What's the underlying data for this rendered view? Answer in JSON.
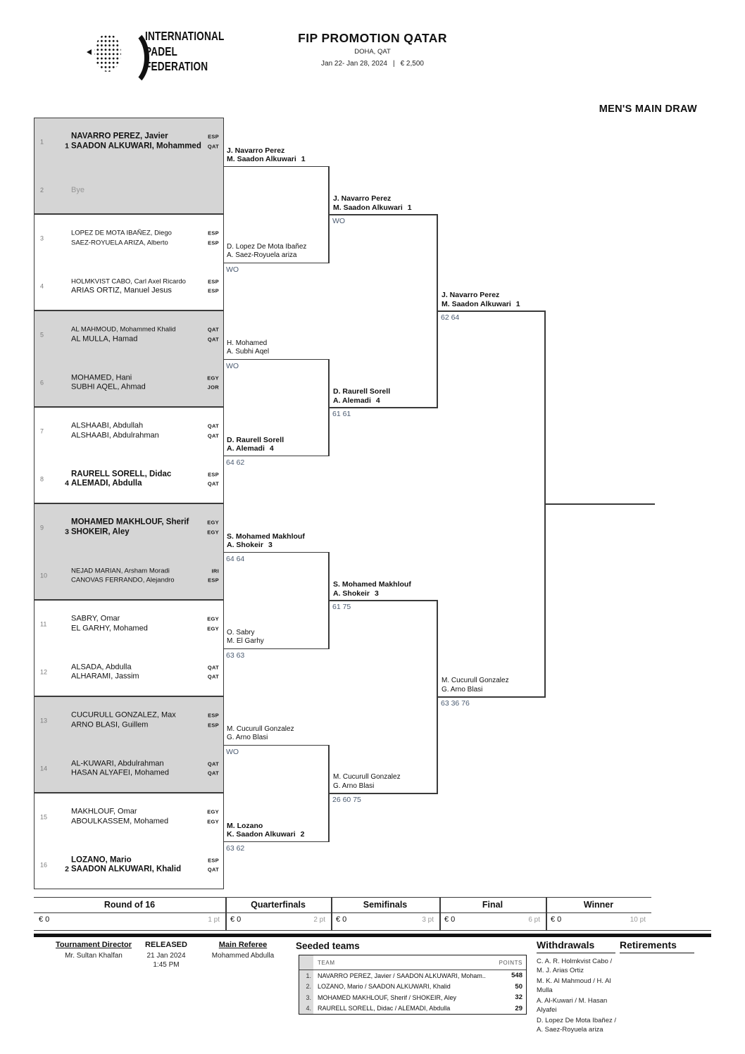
{
  "colors": {
    "score_text": "#4a5a70",
    "panel_gray": "#d5d5d5",
    "line": "#3a3a3a"
  },
  "header": {
    "logo_lines": [
      "INTERNATIONAL",
      "PADEL",
      "FEDERATION"
    ],
    "title": "FIP PROMOTION QATAR",
    "location": "DOHA, QAT",
    "dates": "Jan 22- Jan 28, 2024",
    "separator": "|",
    "prize": "€ 2,500",
    "draw_title": "MEN'S MAIN DRAW"
  },
  "bracket": {
    "r16": [
      {
        "num": "1",
        "seed": "1",
        "bold": true,
        "players": [
          {
            "name": "NAVARRO PEREZ, Javier",
            "cc": "ESP"
          },
          {
            "name": "SAADON ALKUWARI, Mohammed",
            "cc": "QAT"
          }
        ]
      },
      {
        "num": "2",
        "bye": "Bye"
      },
      {
        "num": "3",
        "players": [
          {
            "name": "LOPEZ DE MOTA IBAÑEZ, Diego",
            "cc": "ESP"
          },
          {
            "name": "SAEZ-ROYUELA ARIZA, Alberto",
            "cc": "ESP"
          }
        ]
      },
      {
        "num": "4",
        "players": [
          {
            "name": "HOLMKVIST CABO, Carl Axel Ricardo",
            "cc": "ESP"
          },
          {
            "name": "ARIAS ORTIZ, Manuel Jesus",
            "cc": "ESP"
          }
        ]
      },
      {
        "num": "5",
        "players": [
          {
            "name": "AL MAHMOUD, Mohammed Khalid",
            "cc": "QAT"
          },
          {
            "name": "AL MULLA, Hamad",
            "cc": "QAT"
          }
        ]
      },
      {
        "num": "6",
        "players": [
          {
            "name": "MOHAMED, Hani",
            "cc": "EGY"
          },
          {
            "name": "SUBHI AQEL, Ahmad",
            "cc": "JOR"
          }
        ]
      },
      {
        "num": "7",
        "players": [
          {
            "name": "ALSHAABI, Abdullah",
            "cc": "QAT"
          },
          {
            "name": "ALSHAABI, Abdulrahman",
            "cc": "QAT"
          }
        ]
      },
      {
        "num": "8",
        "seed": "4",
        "bold": true,
        "players": [
          {
            "name": "RAURELL SORELL, Didac",
            "cc": "ESP"
          },
          {
            "name": "ALEMADI, Abdulla",
            "cc": "QAT"
          }
        ]
      },
      {
        "num": "9",
        "seed": "3",
        "bold": true,
        "players": [
          {
            "name": "MOHAMED MAKHLOUF, Sherif",
            "cc": "EGY"
          },
          {
            "name": "SHOKEIR, Aley",
            "cc": "EGY"
          }
        ]
      },
      {
        "num": "10",
        "players": [
          {
            "name": "NEJAD MARIAN, Arsham Moradi",
            "cc": "IRI"
          },
          {
            "name": "CANOVAS FERRANDO, Alejandro",
            "cc": "ESP"
          }
        ]
      },
      {
        "num": "11",
        "players": [
          {
            "name": "SABRY, Omar",
            "cc": "EGY"
          },
          {
            "name": "EL GARHY, Mohamed",
            "cc": "EGY"
          }
        ]
      },
      {
        "num": "12",
        "players": [
          {
            "name": "ALSADA, Abdulla",
            "cc": "QAT"
          },
          {
            "name": "ALHARAMI, Jassim",
            "cc": "QAT"
          }
        ]
      },
      {
        "num": "13",
        "players": [
          {
            "name": "CUCURULL GONZALEZ, Max",
            "cc": "ESP"
          },
          {
            "name": "ARNO BLASI, Guillem",
            "cc": "ESP"
          }
        ]
      },
      {
        "num": "14",
        "players": [
          {
            "name": "AL-KUWARI, Abdulrahman",
            "cc": "QAT"
          },
          {
            "name": "HASAN ALYAFEI, Mohamed",
            "cc": "QAT"
          }
        ]
      },
      {
        "num": "15",
        "players": [
          {
            "name": "MAKHLOUF, Omar",
            "cc": "EGY"
          },
          {
            "name": "ABOULKASSEM, Mohamed",
            "cc": "EGY"
          }
        ]
      },
      {
        "num": "16",
        "seed": "2",
        "bold": true,
        "players": [
          {
            "name": "LOZANO, Mario",
            "cc": "ESP"
          },
          {
            "name": "SAADON ALKUWARI, Khalid",
            "cc": "QAT"
          }
        ]
      }
    ],
    "quarterfinals": [
      {
        "lines": [
          "J. Navarro Perez",
          "M. Saadon Alkuwari"
        ],
        "seed": "1",
        "bold": true,
        "score": ""
      },
      {
        "lines": [
          "D. Lopez De Mota Ibañez",
          "A. Saez-Royuela ariza"
        ],
        "seed": "",
        "bold": false,
        "score": "WO"
      },
      {
        "lines": [
          "H. Mohamed",
          "A. Subhi Aqel"
        ],
        "seed": "",
        "bold": false,
        "score": "WO"
      },
      {
        "lines": [
          "D. Raurell Sorell",
          "A. Alemadi"
        ],
        "seed": "4",
        "bold": true,
        "score": "64 62"
      },
      {
        "lines": [
          "S. Mohamed Makhlouf",
          "A. Shokeir"
        ],
        "seed": "3",
        "bold": true,
        "score": "64 64"
      },
      {
        "lines": [
          "O. Sabry",
          "M. El Garhy"
        ],
        "seed": "",
        "bold": false,
        "score": "63 63"
      },
      {
        "lines": [
          "M. Cucurull Gonzalez",
          "G. Arno Blasi"
        ],
        "seed": "",
        "bold": false,
        "score": "WO"
      },
      {
        "lines": [
          "M. Lozano",
          "K. Saadon Alkuwari"
        ],
        "seed": "2",
        "bold": true,
        "score": "63 62"
      }
    ],
    "semifinals": [
      {
        "lines": [
          "J. Navarro Perez",
          "M. Saadon Alkuwari"
        ],
        "seed": "1",
        "bold": true,
        "score": "WO"
      },
      {
        "lines": [
          "D. Raurell Sorell",
          "A. Alemadi"
        ],
        "seed": "4",
        "bold": true,
        "score": "61 61"
      },
      {
        "lines": [
          "S. Mohamed Makhlouf",
          "A. Shokeir"
        ],
        "seed": "3",
        "bold": true,
        "score": "61 75"
      },
      {
        "lines": [
          "M. Cucurull Gonzalez",
          "G. Arno Blasi"
        ],
        "seed": "",
        "bold": false,
        "score": "26 60 75"
      }
    ],
    "final": [
      {
        "lines": [
          "J. Navarro Perez",
          "M. Saadon Alkuwari"
        ],
        "seed": "1",
        "bold": true,
        "score": "62 64"
      },
      {
        "lines": [
          "M. Cucurull Gonzalez",
          "G. Arno Blasi"
        ],
        "seed": "",
        "bold": false,
        "score": "63 36 76"
      }
    ],
    "winner_name": ""
  },
  "rounds_bar": [
    {
      "label": "Round of 16",
      "prize": "€ 0",
      "points": "1 pt"
    },
    {
      "label": "Quarterfinals",
      "prize": "€ 0",
      "points": "2 pt"
    },
    {
      "label": "Semifinals",
      "prize": "€ 0",
      "points": "3 pt"
    },
    {
      "label": "Final",
      "prize": "€ 0",
      "points": "6 pt"
    },
    {
      "label": "Winner",
      "prize": "€ 0",
      "points": "10 pt"
    }
  ],
  "footer": {
    "tournament_director": {
      "label": "Tournament Director",
      "value": "Mr. Sultan Khalfan"
    },
    "released": {
      "label": "RELEASED",
      "date": "21 Jan 2024",
      "time": "1:45 PM"
    },
    "main_referee": {
      "label": "Main Referee",
      "value": "Mohammed Abdulla"
    },
    "seeded": {
      "title": "Seeded teams",
      "columns": [
        "TEAM",
        "POINTS"
      ],
      "rows": [
        {
          "rank": "1.",
          "team": "NAVARRO PEREZ, Javier / SAADON ALKUWARI, Moham...",
          "points": "548"
        },
        {
          "rank": "2.",
          "team": "LOZANO, Mario / SAADON ALKUWARI, Khalid",
          "points": "50"
        },
        {
          "rank": "3.",
          "team": "MOHAMED MAKHLOUF, Sherif / SHOKEIR, Aley",
          "points": "32"
        },
        {
          "rank": "4.",
          "team": "RAURELL SORELL, Didac / ALEMADI, Abdulla",
          "points": "29"
        }
      ]
    },
    "withdrawals": {
      "title": "Withdrawals",
      "items": [
        "C. A. R. Holmkvist Cabo / M. J. Arias Ortiz",
        "M. K. Al Mahmoud / H. Al Mulla",
        "A. Al-Kuwari / M. Hasan Alyafei",
        "D. Lopez De Mota Ibañez / A. Saez-Royuela ariza"
      ]
    },
    "retirements": {
      "title": "Retirements",
      "items": []
    }
  }
}
